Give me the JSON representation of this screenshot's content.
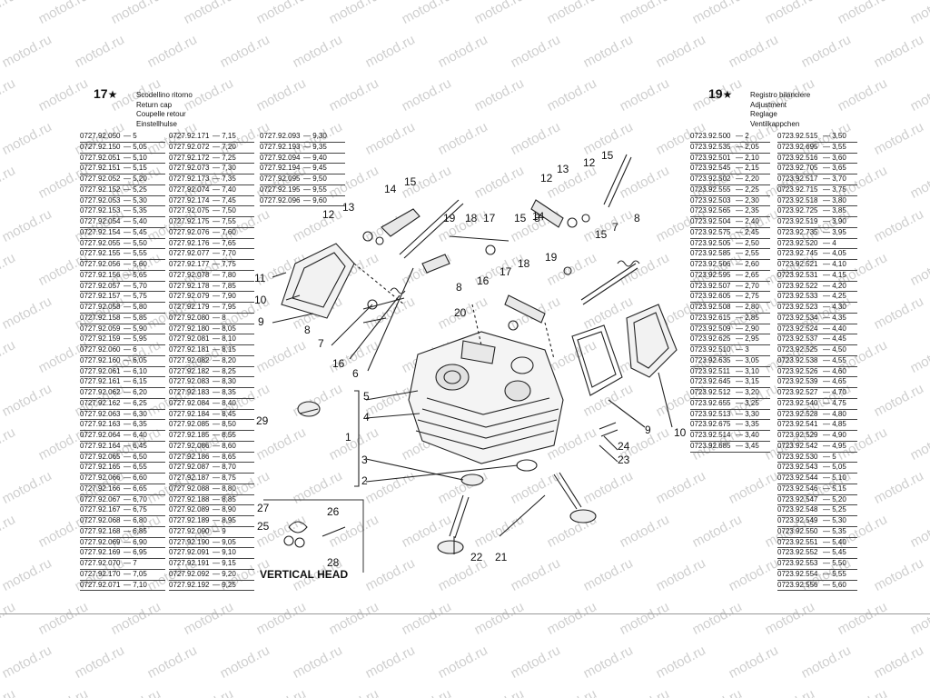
{
  "watermark": "motod.ru",
  "left_group": {
    "number": "17",
    "names": [
      "Scodellino ritorno",
      "Return cap",
      "Coupelle retour",
      "Einstellhulse"
    ],
    "col1": [
      [
        "0727.92.050",
        "5"
      ],
      [
        "0727.92.150",
        "5,05"
      ],
      [
        "0727.92.051",
        "5,10"
      ],
      [
        "0727.92.151",
        "5,15"
      ],
      [
        "0727.92.052",
        "5,20"
      ],
      [
        "0727.92.152",
        "5,25"
      ],
      [
        "0727.92.053",
        "5,30"
      ],
      [
        "0727.92.153",
        "5,35"
      ],
      [
        "0727.92.054",
        "5,40"
      ],
      [
        "0727.92.154",
        "5,45"
      ],
      [
        "0727.92.055",
        "5,50"
      ],
      [
        "0727.92.155",
        "5,55"
      ],
      [
        "0727.92.056",
        "5,60"
      ],
      [
        "0727.92.156",
        "5,65"
      ],
      [
        "0727.92.057",
        "5,70"
      ],
      [
        "0727.92.157",
        "5,75"
      ],
      [
        "0727.92.058",
        "5,80"
      ],
      [
        "0727.92.158",
        "5,85"
      ],
      [
        "0727.92.059",
        "5,90"
      ],
      [
        "0727.92.159",
        "5,95"
      ],
      [
        "0727.92.060",
        "6"
      ],
      [
        "0727.92.160",
        "6,05"
      ],
      [
        "0727.92.061",
        "6,10"
      ],
      [
        "0727.92.161",
        "6,15"
      ],
      [
        "0727.92.062",
        "6,20"
      ],
      [
        "0727.92.162",
        "6,25"
      ],
      [
        "0727.92.063",
        "6,30"
      ],
      [
        "0727.92.163",
        "6,35"
      ],
      [
        "0727.92.064",
        "6,40"
      ],
      [
        "0727.92.164",
        "6,45"
      ],
      [
        "0727.92.065",
        "6,50"
      ],
      [
        "0727.92.165",
        "6,55"
      ],
      [
        "0727.92.066",
        "6,60"
      ],
      [
        "0727.92.166",
        "6,65"
      ],
      [
        "0727.92.067",
        "6,70"
      ],
      [
        "0727.92.167",
        "6,75"
      ],
      [
        "0727.92.068",
        "6,80"
      ],
      [
        "0727.92.168",
        "6,85"
      ],
      [
        "0727.92.069",
        "6,90"
      ],
      [
        "0727.92.169",
        "6,95"
      ],
      [
        "0727.92.070",
        "7"
      ],
      [
        "0727.92.170",
        "7,05"
      ],
      [
        "0727.92.071",
        "7,10"
      ]
    ],
    "col2": [
      [
        "0727.92.171",
        "7,15"
      ],
      [
        "0727.92.072",
        "7,20"
      ],
      [
        "0727.92.172",
        "7,25"
      ],
      [
        "0727.92.073",
        "7,30"
      ],
      [
        "0727.92.173",
        "7,35"
      ],
      [
        "0727.92.074",
        "7,40"
      ],
      [
        "0727.92.174",
        "7,45"
      ],
      [
        "0727.92.075",
        "7,50"
      ],
      [
        "0727.92.175",
        "7,55"
      ],
      [
        "0727.92.076",
        "7,60"
      ],
      [
        "0727.92.176",
        "7,65"
      ],
      [
        "0727.92.077",
        "7,70"
      ],
      [
        "0727.92.177",
        "7,75"
      ],
      [
        "0727.92.078",
        "7,80"
      ],
      [
        "0727.92.178",
        "7,85"
      ],
      [
        "0727.92.079",
        "7,90"
      ],
      [
        "0727.92.179",
        "7,95"
      ],
      [
        "0727.92.080",
        "8"
      ],
      [
        "0727.92.180",
        "8,05"
      ],
      [
        "0727.92.081",
        "8,10"
      ],
      [
        "0727.92.181",
        "8,15"
      ],
      [
        "0727.92.082",
        "8,20"
      ],
      [
        "0727.92.182",
        "8,25"
      ],
      [
        "0727.92.083",
        "8,30"
      ],
      [
        "0727.92.183",
        "8,35"
      ],
      [
        "0727.92.084",
        "8,40"
      ],
      [
        "0727.92.184",
        "8,45"
      ],
      [
        "0727.92.085",
        "8,50"
      ],
      [
        "0727.92.185",
        "8,55"
      ],
      [
        "0727.92.086",
        "8,60"
      ],
      [
        "0727.92.186",
        "8,65"
      ],
      [
        "0727.92.087",
        "8,70"
      ],
      [
        "0727.92.187",
        "8,75"
      ],
      [
        "0727.92.088",
        "8,80"
      ],
      [
        "0727.92.188",
        "8,85"
      ],
      [
        "0727.92.089",
        "8,90"
      ],
      [
        "0727.92.189",
        "8,95"
      ],
      [
        "0727.92.090",
        "9"
      ],
      [
        "0727.92.190",
        "9,05"
      ],
      [
        "0727.92.091",
        "9,10"
      ],
      [
        "0727.92.191",
        "9,15"
      ],
      [
        "0727.92.092",
        "9,20"
      ],
      [
        "0727.92.192",
        "9,25"
      ]
    ],
    "col3": [
      [
        "0727.92.093",
        "9,30"
      ],
      [
        "0727.92.193",
        "9,35"
      ],
      [
        "0727.92.094",
        "9,40"
      ],
      [
        "0727.92.194",
        "9,45"
      ],
      [
        "0727.92.095",
        "9,50"
      ],
      [
        "0727.92.195",
        "9,55"
      ],
      [
        "0727.92.096",
        "9,60"
      ]
    ]
  },
  "right_group": {
    "number": "19",
    "names": [
      "Registro bilanciere",
      "Adjustment",
      "Reglage",
      "Ventilkappchen"
    ],
    "col1": [
      [
        "0723.92.500",
        "2"
      ],
      [
        "0723.92.535",
        "2,05"
      ],
      [
        "0723.92.501",
        "2,10"
      ],
      [
        "0723.92.545",
        "2,15"
      ],
      [
        "0723.92.502",
        "2,20"
      ],
      [
        "0723.92.555",
        "2,25"
      ],
      [
        "0723.92.503",
        "2,30"
      ],
      [
        "0723.92.565",
        "2,35"
      ],
      [
        "0723.92.504",
        "2,40"
      ],
      [
        "0723.92.575",
        "2,45"
      ],
      [
        "0723.92.505",
        "2,50"
      ],
      [
        "0723.92.585",
        "2,55"
      ],
      [
        "0723.92.506",
        "2,60"
      ],
      [
        "0723.92.595",
        "2,65"
      ],
      [
        "0723.92.507",
        "2,70"
      ],
      [
        "0723.92.605",
        "2,75"
      ],
      [
        "0723.92.508",
        "2,80"
      ],
      [
        "0723.92.615",
        "2,85"
      ],
      [
        "0723.92.509",
        "2,90"
      ],
      [
        "0723.92.625",
        "2,95"
      ],
      [
        "0723.92.510",
        "3"
      ],
      [
        "0723.92.635",
        "3,05"
      ],
      [
        "0723.92.511",
        "3,10"
      ],
      [
        "0723.92.645",
        "3,15"
      ],
      [
        "0723.92.512",
        "3,20"
      ],
      [
        "0723.92.655",
        "3,25"
      ],
      [
        "0723.92.513",
        "3,30"
      ],
      [
        "0723.92.675",
        "3,35"
      ],
      [
        "0723.92.514",
        "3,40"
      ],
      [
        "0723.92.685",
        "3,45"
      ]
    ],
    "col2": [
      [
        "0723.92.515",
        "3,50"
      ],
      [
        "0723.92.695",
        "3,55"
      ],
      [
        "0723.92.516",
        "3,60"
      ],
      [
        "0723.92.705",
        "3,65"
      ],
      [
        "0723.92.517",
        "3,70"
      ],
      [
        "0723.92.715",
        "3,75"
      ],
      [
        "0723.92.518",
        "3,80"
      ],
      [
        "0723.92.725",
        "3,85"
      ],
      [
        "0723.92.519",
        "3,90"
      ],
      [
        "0723.92.735",
        "3,95"
      ],
      [
        "0723.92.520",
        "4"
      ],
      [
        "0723.92.745",
        "4,05"
      ],
      [
        "0723.92.521",
        "4,10"
      ],
      [
        "0723.92.531",
        "4,15"
      ],
      [
        "0723.92.522",
        "4,20"
      ],
      [
        "0723.92.533",
        "4,25"
      ],
      [
        "0723.92.523",
        "4,30"
      ],
      [
        "0723.92.534",
        "4,35"
      ],
      [
        "0723.92.524",
        "4,40"
      ],
      [
        "0723.92.537",
        "4,45"
      ],
      [
        "0723.92.525",
        "4,50"
      ],
      [
        "0723.92.538",
        "4,55"
      ],
      [
        "0723.92.526",
        "4,60"
      ],
      [
        "0723.92.539",
        "4,65"
      ],
      [
        "0723.92.527",
        "4,70"
      ],
      [
        "0723.92.540",
        "4,75"
      ],
      [
        "0723.92.528",
        "4,80"
      ],
      [
        "0723.92.541",
        "4,85"
      ],
      [
        "0723.92.529",
        "4,90"
      ],
      [
        "0723.92.542",
        "4,95"
      ],
      [
        "0723.92.530",
        "5"
      ],
      [
        "0723.92.543",
        "5,05"
      ],
      [
        "0723.92.544",
        "5,10"
      ],
      [
        "0723.92.546",
        "5,15"
      ],
      [
        "0723.92.547",
        "5,20"
      ],
      [
        "0723.92.548",
        "5,25"
      ],
      [
        "0723.92.549",
        "5,30"
      ],
      [
        "0723.92.550",
        "5,35"
      ],
      [
        "0723.92.551",
        "5,40"
      ],
      [
        "0723.92.552",
        "5,45"
      ],
      [
        "0723.92.553",
        "5,50"
      ],
      [
        "0723.92.554",
        "5,55"
      ],
      [
        "0723.92.556",
        "5,60"
      ]
    ]
  },
  "diagram": {
    "vertical_head_label": "VERTICAL HEAD",
    "callouts": {
      "c1": "1",
      "c2": "2",
      "c3": "3",
      "c4": "4",
      "c5": "5",
      "c6": "6",
      "c7": "7",
      "c8": "8",
      "c9": "9",
      "c10": "10",
      "c11": "11",
      "c12": "12",
      "c13": "13",
      "c14": "14",
      "c15": "15",
      "c16": "16",
      "c17": "17",
      "c18": "18",
      "c19": "19",
      "c20": "20",
      "c21": "21",
      "c22": "22",
      "c23": "23",
      "c24": "24",
      "c25": "25",
      "c26": "26",
      "c27": "27",
      "c28": "28",
      "c29": "29"
    }
  }
}
